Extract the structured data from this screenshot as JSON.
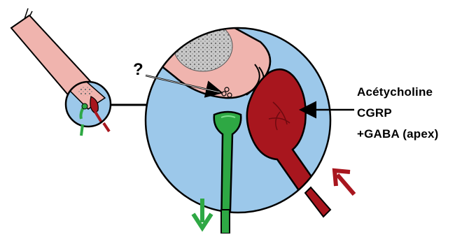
{
  "question_mark": "?",
  "neurotransmitters": [
    "Acétycholine",
    "CGRP",
    "+GABA (apex)"
  ],
  "colors": {
    "zoom_circle": "#9cc8ea",
    "hair_cell": "#f0b4ae",
    "afferent_fiber": "#2ea844",
    "efferent_fiber": "#a8161e",
    "outline": "#000000"
  },
  "icons": {
    "afferent_arrow": "arrow-down-icon",
    "efferent_arrow": "arrow-up-right-icon"
  }
}
